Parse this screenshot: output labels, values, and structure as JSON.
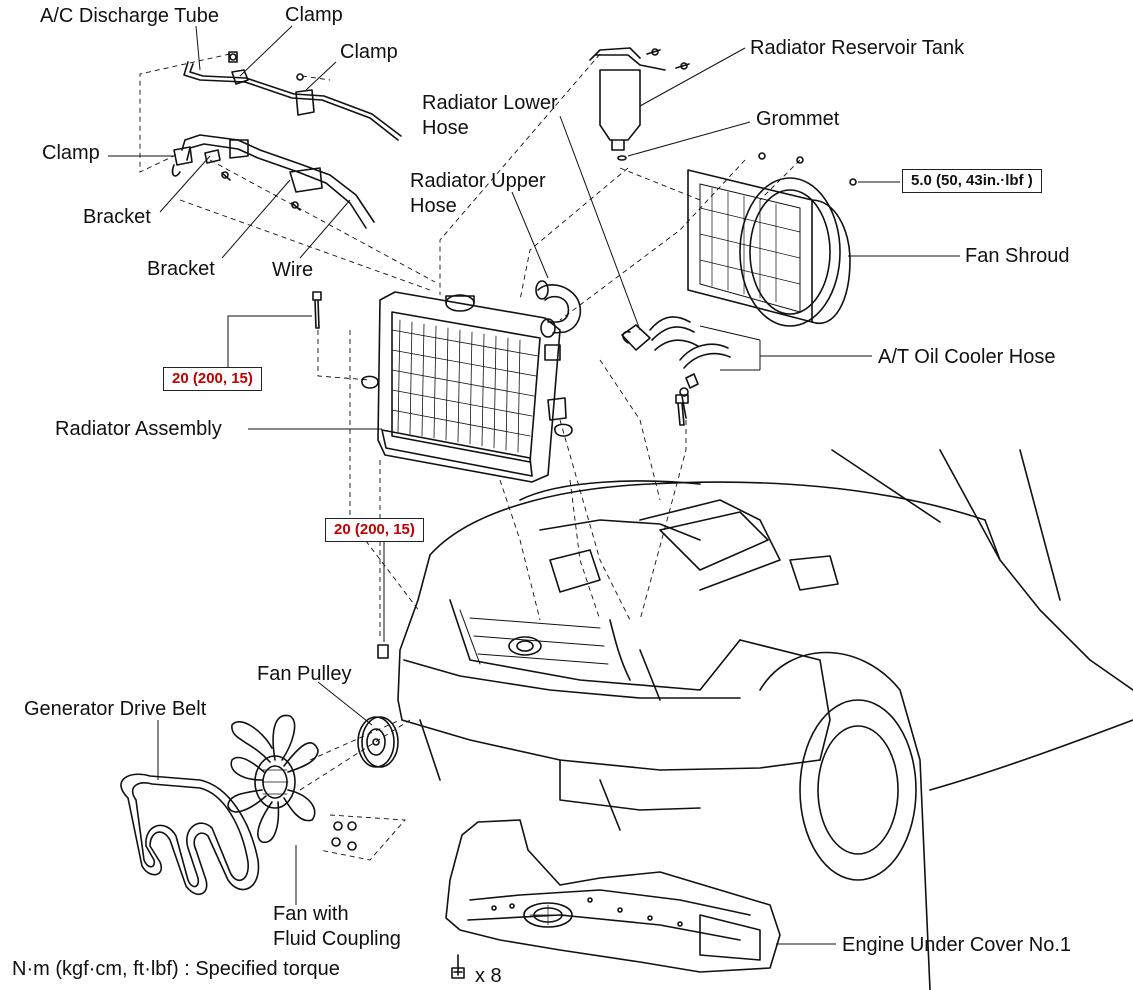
{
  "labels": {
    "ac_discharge_tube": "A/C Discharge Tube",
    "clamp_top": "Clamp",
    "clamp_mid": "Clamp",
    "clamp_left": "Clamp",
    "bracket_1": "Bracket",
    "bracket_2": "Bracket",
    "wire": "Wire",
    "radiator_reservoir_tank": "Radiator Reservoir Tank",
    "radiator_lower_hose_1": "Radiator Lower",
    "radiator_lower_hose_2": "Hose",
    "grommet": "Grommet",
    "radiator_upper_hose_1": "Radiator Upper",
    "radiator_upper_hose_2": "Hose",
    "fan_shroud": "Fan Shroud",
    "at_oil_cooler_hose": "A/T Oil Cooler Hose",
    "radiator_assembly": "Radiator Assembly",
    "fan_pulley": "Fan Pulley",
    "generator_drive_belt": "Generator Drive Belt",
    "fan_fluid_coupling_1": "Fan with",
    "fan_fluid_coupling_2": "Fluid Coupling",
    "engine_under_cover": "Engine Under Cover No.1",
    "bolt_count": "x 8",
    "torque_legend": "N·m (kgf·cm, ft·lbf)   : Specified torque"
  },
  "torques": {
    "shroud_bolt": "5.0 (50, 43in.·lbf )",
    "radiator_upper_bolt": "20 (200, 15)",
    "radiator_lower_nut": "20 (200, 15)"
  },
  "colors": {
    "torque_red": "#c00000",
    "line": "#111111"
  }
}
